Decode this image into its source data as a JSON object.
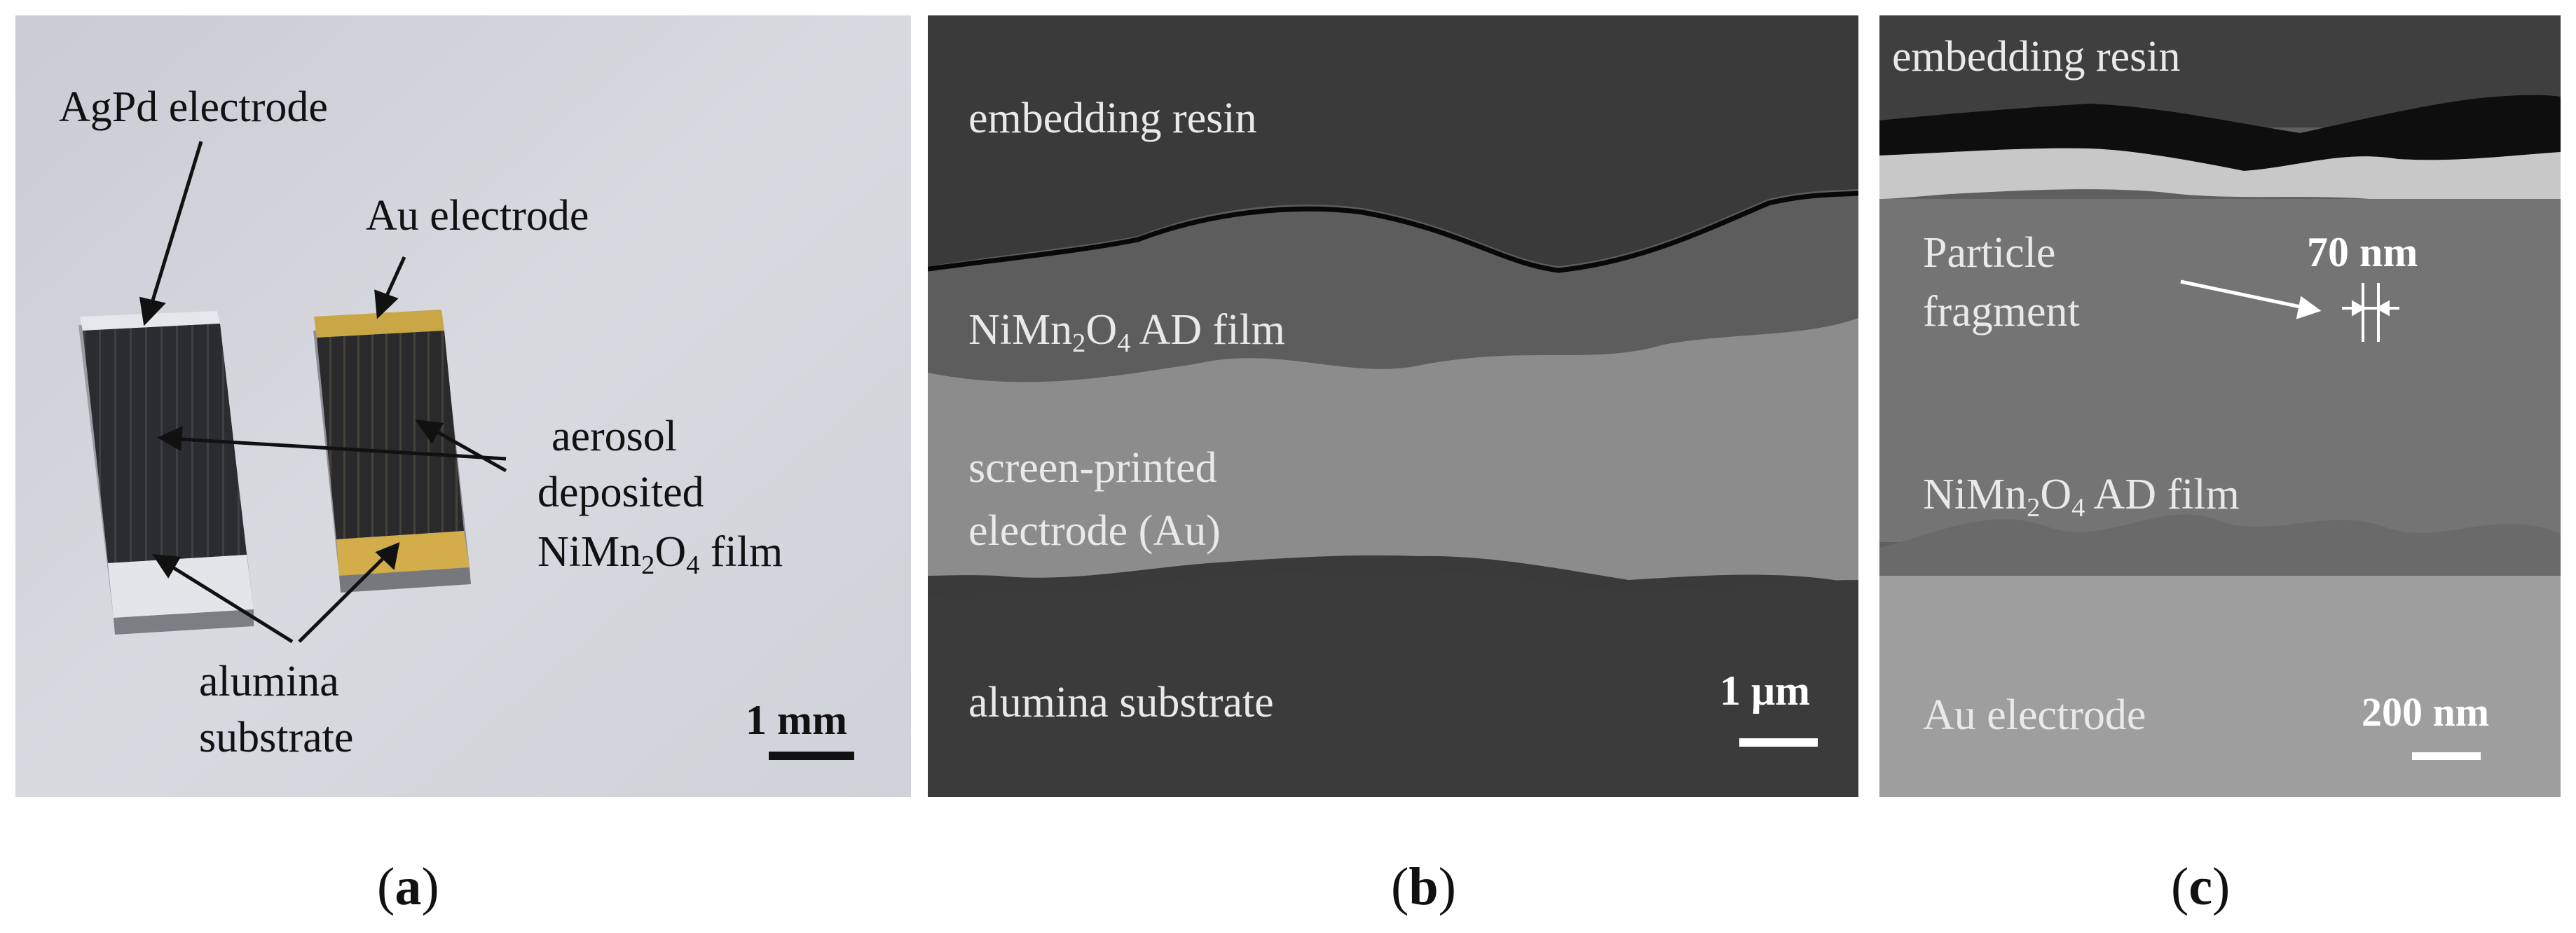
{
  "panel_a": {
    "labels": {
      "agpd": "AgPd electrode",
      "au": "Au electrode",
      "aerosol_line1": "aerosol",
      "aerosol_line2": "deposited",
      "film_prefix": "NiMn",
      "film_sub1": "2",
      "film_mid": "O",
      "film_sub2": "4",
      "film_suffix": " film",
      "alumina_line1": "alumina",
      "alumina_line2": "substrate"
    },
    "scale_bar": "1 mm"
  },
  "panel_b": {
    "labels": {
      "resin": "embedding resin",
      "film_prefix": "NiMn",
      "film_sub1": "2",
      "film_mid": "O",
      "film_sub2": "4",
      "film_suffix": " AD film",
      "electrode_line1": "screen-printed",
      "electrode_line2": "electrode (Au)",
      "substrate": "alumina substrate"
    },
    "scale_bar": "1 μm"
  },
  "panel_c": {
    "labels": {
      "resin": "embedding resin",
      "particle_line1": "Particle",
      "particle_line2": "fragment",
      "size": "70 nm",
      "film_prefix": "NiMn",
      "film_sub1": "2",
      "film_mid": "O",
      "film_sub2": "4",
      "film_suffix": " AD film",
      "electrode": "Au electrode"
    },
    "scale_bar": "200 nm"
  },
  "captions": {
    "a": "a",
    "b": "b",
    "c": "c"
  }
}
